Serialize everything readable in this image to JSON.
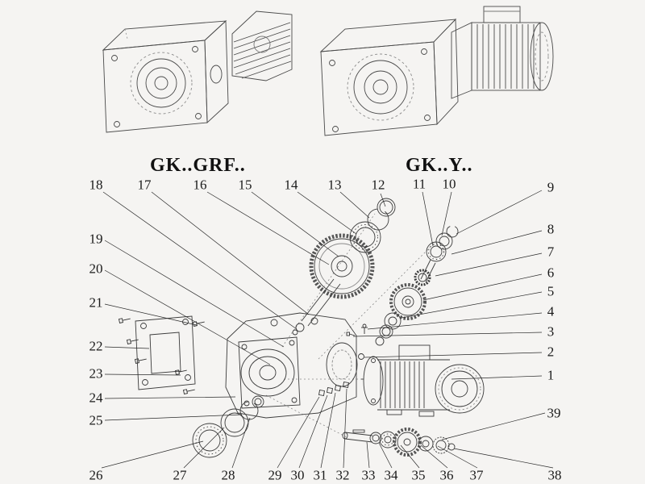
{
  "titles": {
    "left_model": "GK..GRF..",
    "right_model": "GK..Y.."
  },
  "callouts": {
    "c1": "1",
    "c2": "2",
    "c3": "3",
    "c4": "4",
    "c5": "5",
    "c6": "6",
    "c7": "7",
    "c8": "8",
    "c9": "9",
    "c10": "10",
    "c11": "11",
    "c12": "12",
    "c13": "13",
    "c14": "14",
    "c15": "15",
    "c16": "16",
    "c17": "17",
    "c18": "18",
    "c19": "19",
    "c20": "20",
    "c21": "21",
    "c22": "22",
    "c23": "23",
    "c24": "24",
    "c25": "25",
    "c26": "26",
    "c27": "27",
    "c28": "28",
    "c29": "29",
    "c30": "30",
    "c31": "31",
    "c32": "32",
    "c33": "33",
    "c34": "34",
    "c35": "35",
    "c36": "36",
    "c37": "37",
    "c38": "38",
    "c39": "39"
  },
  "colors": {
    "ink": "#1f1f1f",
    "line_art": "#4a4a4a",
    "background": "#f5f4f2"
  }
}
